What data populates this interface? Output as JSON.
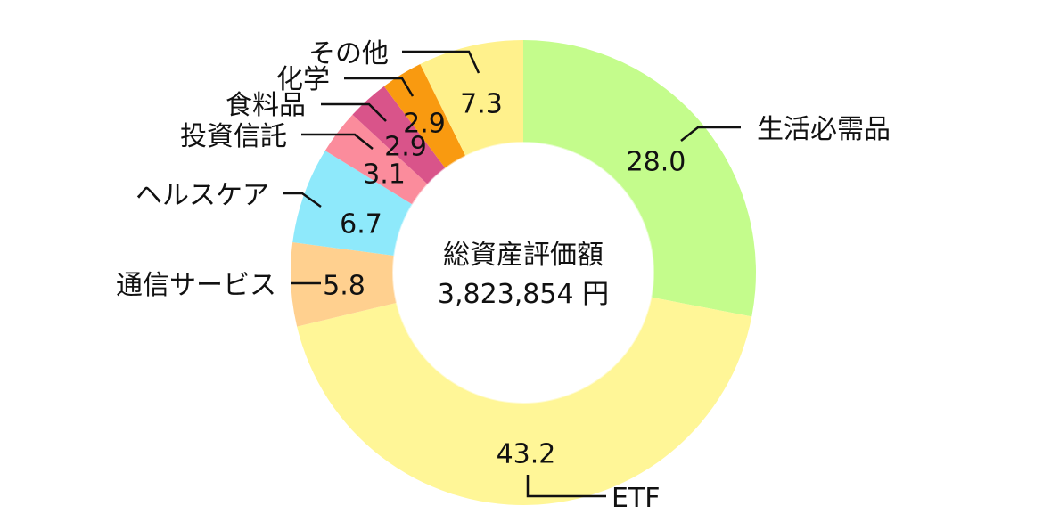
{
  "center": {
    "title": "総資産評価額",
    "value": "3,823,854 円"
  },
  "chart_data": {
    "type": "pie",
    "donut": true,
    "slices": [
      {
        "label": "生活必需品",
        "value": 28.0,
        "display": "28.0",
        "color": "#c4fc8c"
      },
      {
        "label": "ETF",
        "value": 43.2,
        "display": "43.2",
        "color": "#fff697"
      },
      {
        "label": "通信サービス",
        "value": 5.8,
        "display": "5.8",
        "color": "#ffd08f"
      },
      {
        "label": "ヘルスケア",
        "value": 6.7,
        "display": "6.7",
        "color": "#8ee9fb"
      },
      {
        "label": "投資信託",
        "value": 3.1,
        "display": "3.1",
        "color": "#fb8c9c"
      },
      {
        "label": "食料品",
        "value": 2.9,
        "display": "2.9",
        "color": "#d9548a"
      },
      {
        "label": "化学",
        "value": 2.9,
        "display": "2.9",
        "color": "#f99a10"
      },
      {
        "label": "その他",
        "value": 7.3,
        "display": "7.3",
        "color": "#fff18c"
      }
    ]
  }
}
